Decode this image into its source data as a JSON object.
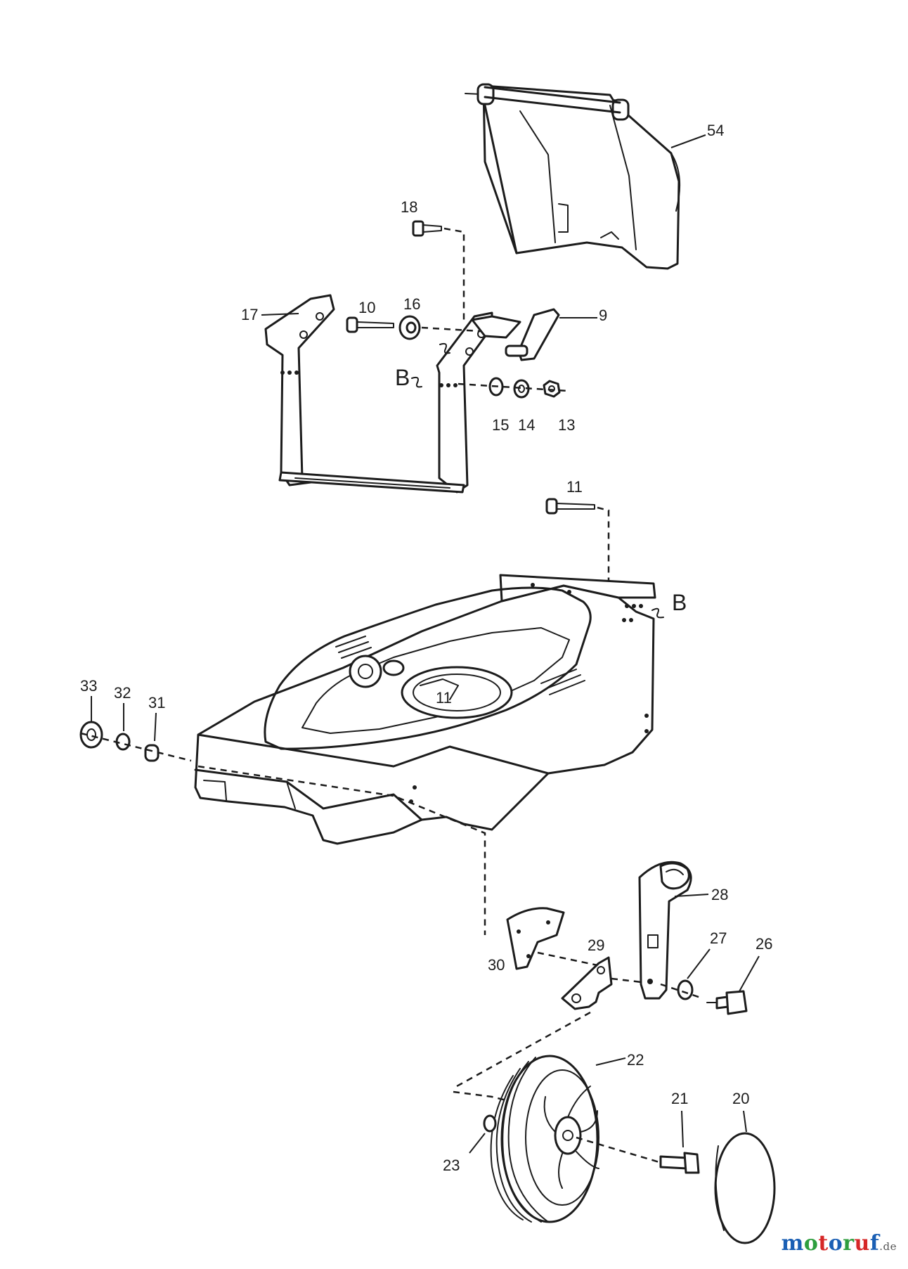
{
  "diagram": {
    "part_labels": {
      "p54": "54",
      "p18": "18",
      "p17": "17",
      "p10": "10",
      "p16": "16",
      "p9": "9",
      "p15": "15",
      "p14": "14",
      "p13": "13",
      "p11": "11",
      "p33": "33",
      "p32": "32",
      "p31": "31",
      "p28": "28",
      "p27": "27",
      "p26": "26",
      "p29": "29",
      "p30": "30",
      "p22": "22",
      "p23": "23",
      "p21": "21",
      "p20": "20"
    },
    "markers": {
      "b_top": "B",
      "b_deck": "B"
    }
  },
  "watermark": {
    "letters": [
      "m",
      "o",
      "t",
      "o",
      "r",
      "u",
      "f"
    ],
    "colors": [
      "#1a5fb4",
      "#2e9e3e",
      "#d62828",
      "#1a5fb4",
      "#2e9e3e",
      "#d62828",
      "#1a5fb4"
    ],
    "domain": ".de"
  }
}
